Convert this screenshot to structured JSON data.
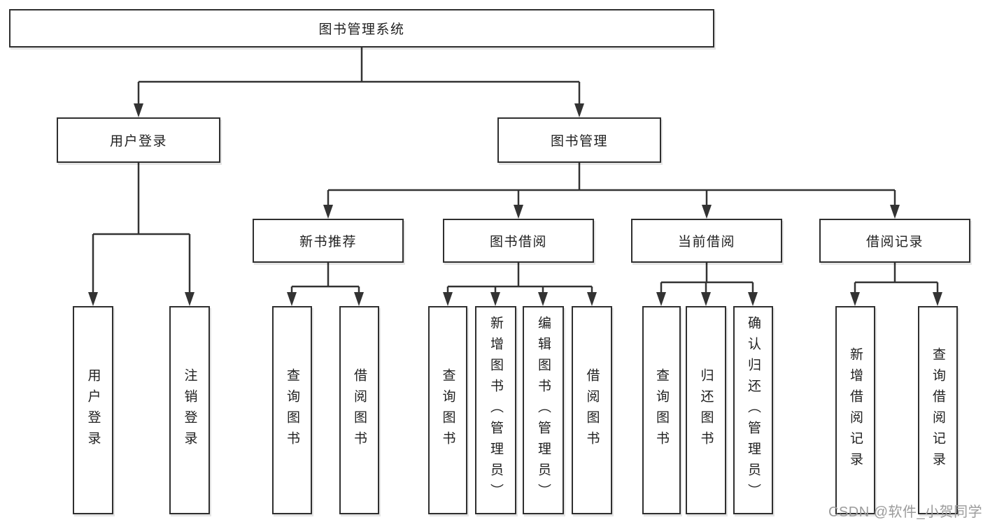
{
  "colors": {
    "background": "#ffffff",
    "line": "#333333",
    "border": "#2f2f2f",
    "text": "#1f1f1f",
    "watermark": "#9b9b9b"
  },
  "root": {
    "label": "图书管理系统"
  },
  "level1": [
    {
      "label": "用户登录"
    },
    {
      "label": "图书管理"
    }
  ],
  "level2": [
    {
      "label": "新书推荐"
    },
    {
      "label": "图书借阅"
    },
    {
      "label": "当前借阅"
    },
    {
      "label": "借阅记录"
    }
  ],
  "leaves": [
    {
      "label": "用户登录"
    },
    {
      "label": "注销登录"
    },
    {
      "label": "查询图书"
    },
    {
      "label": "借阅图书"
    },
    {
      "label": "查询图书"
    },
    {
      "label": "新增图书（管理员）"
    },
    {
      "label": "编辑图书（管理员）"
    },
    {
      "label": "借阅图书"
    },
    {
      "label": "查询图书"
    },
    {
      "label": "归还图书"
    },
    {
      "label": "确认归还（管理员）"
    },
    {
      "label": "新增借阅记录"
    },
    {
      "label": "查询借阅记录"
    }
  ],
  "watermark": "CSDN @软件_小贺同学"
}
